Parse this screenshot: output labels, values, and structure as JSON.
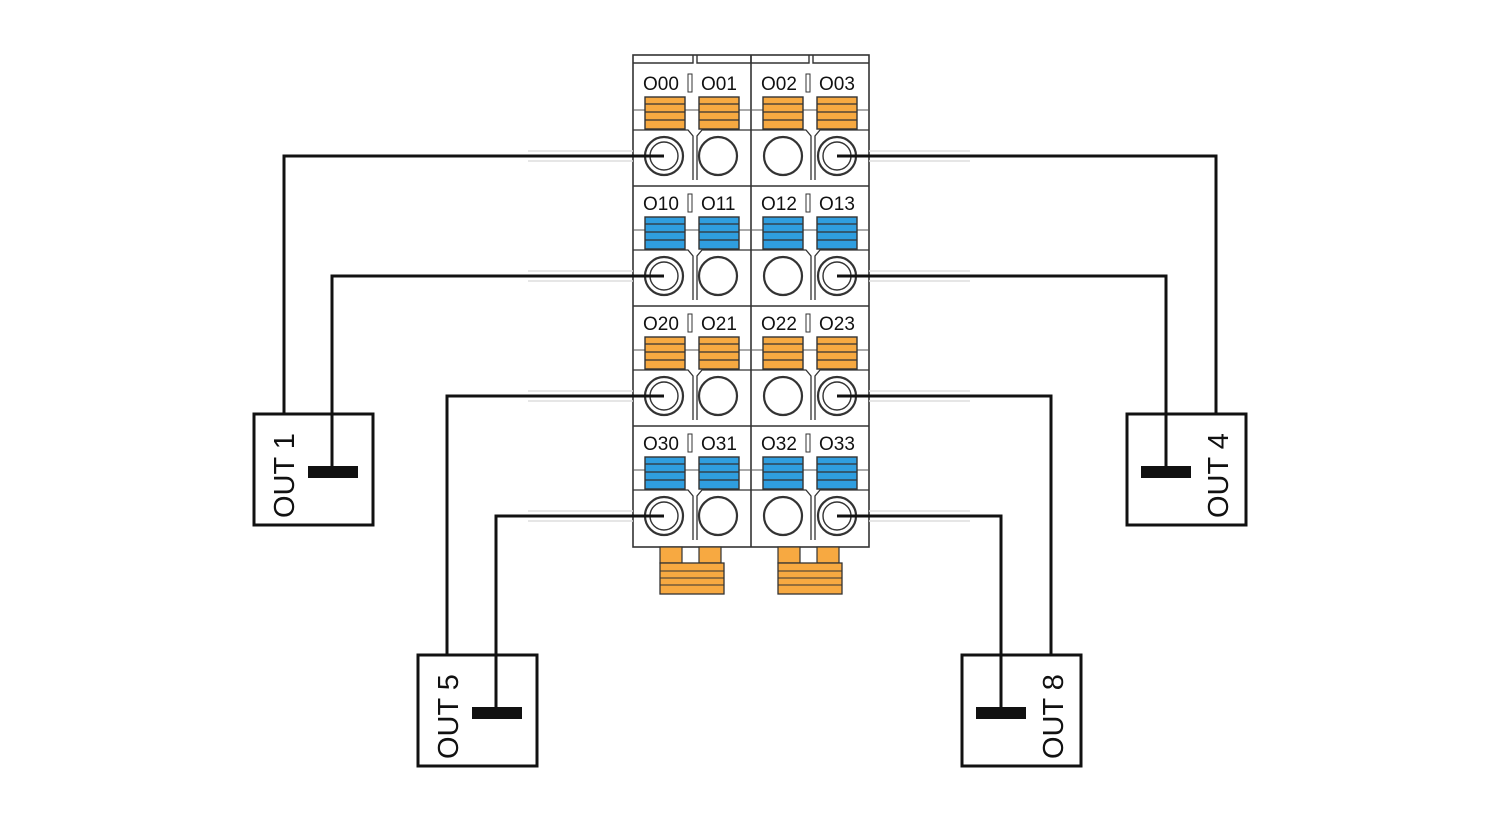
{
  "terminal_block": {
    "colors": {
      "orange": "#f7a941",
      "blue": "#2f9ee0",
      "housing": "#ffffff",
      "outline": "#333333",
      "wire": "#111111"
    },
    "rows": [
      {
        "row_color": "orange",
        "labels": [
          "O00",
          "O01",
          "O02",
          "O03"
        ]
      },
      {
        "row_color": "blue",
        "labels": [
          "O10",
          "O11",
          "O12",
          "O13"
        ]
      },
      {
        "row_color": "orange",
        "labels": [
          "O20",
          "O21",
          "O22",
          "O23"
        ]
      },
      {
        "row_color": "blue",
        "labels": [
          "O30",
          "O31",
          "O32",
          "O33"
        ]
      }
    ]
  },
  "outputs": [
    {
      "id": "out1",
      "label": "OUT 1"
    },
    {
      "id": "out4",
      "label": "OUT 4"
    },
    {
      "id": "out5",
      "label": "OUT 5"
    },
    {
      "id": "out8",
      "label": "OUT 8"
    }
  ],
  "connections": [
    {
      "output": "out1",
      "terminal": "O00"
    },
    {
      "output": "out1",
      "terminal": "O10"
    },
    {
      "output": "out4",
      "terminal": "O03"
    },
    {
      "output": "out4",
      "terminal": "O13"
    },
    {
      "output": "out5",
      "terminal": "O20"
    },
    {
      "output": "out5",
      "terminal": "O30"
    },
    {
      "output": "out8",
      "terminal": "O23"
    },
    {
      "output": "out8",
      "terminal": "O33"
    }
  ]
}
